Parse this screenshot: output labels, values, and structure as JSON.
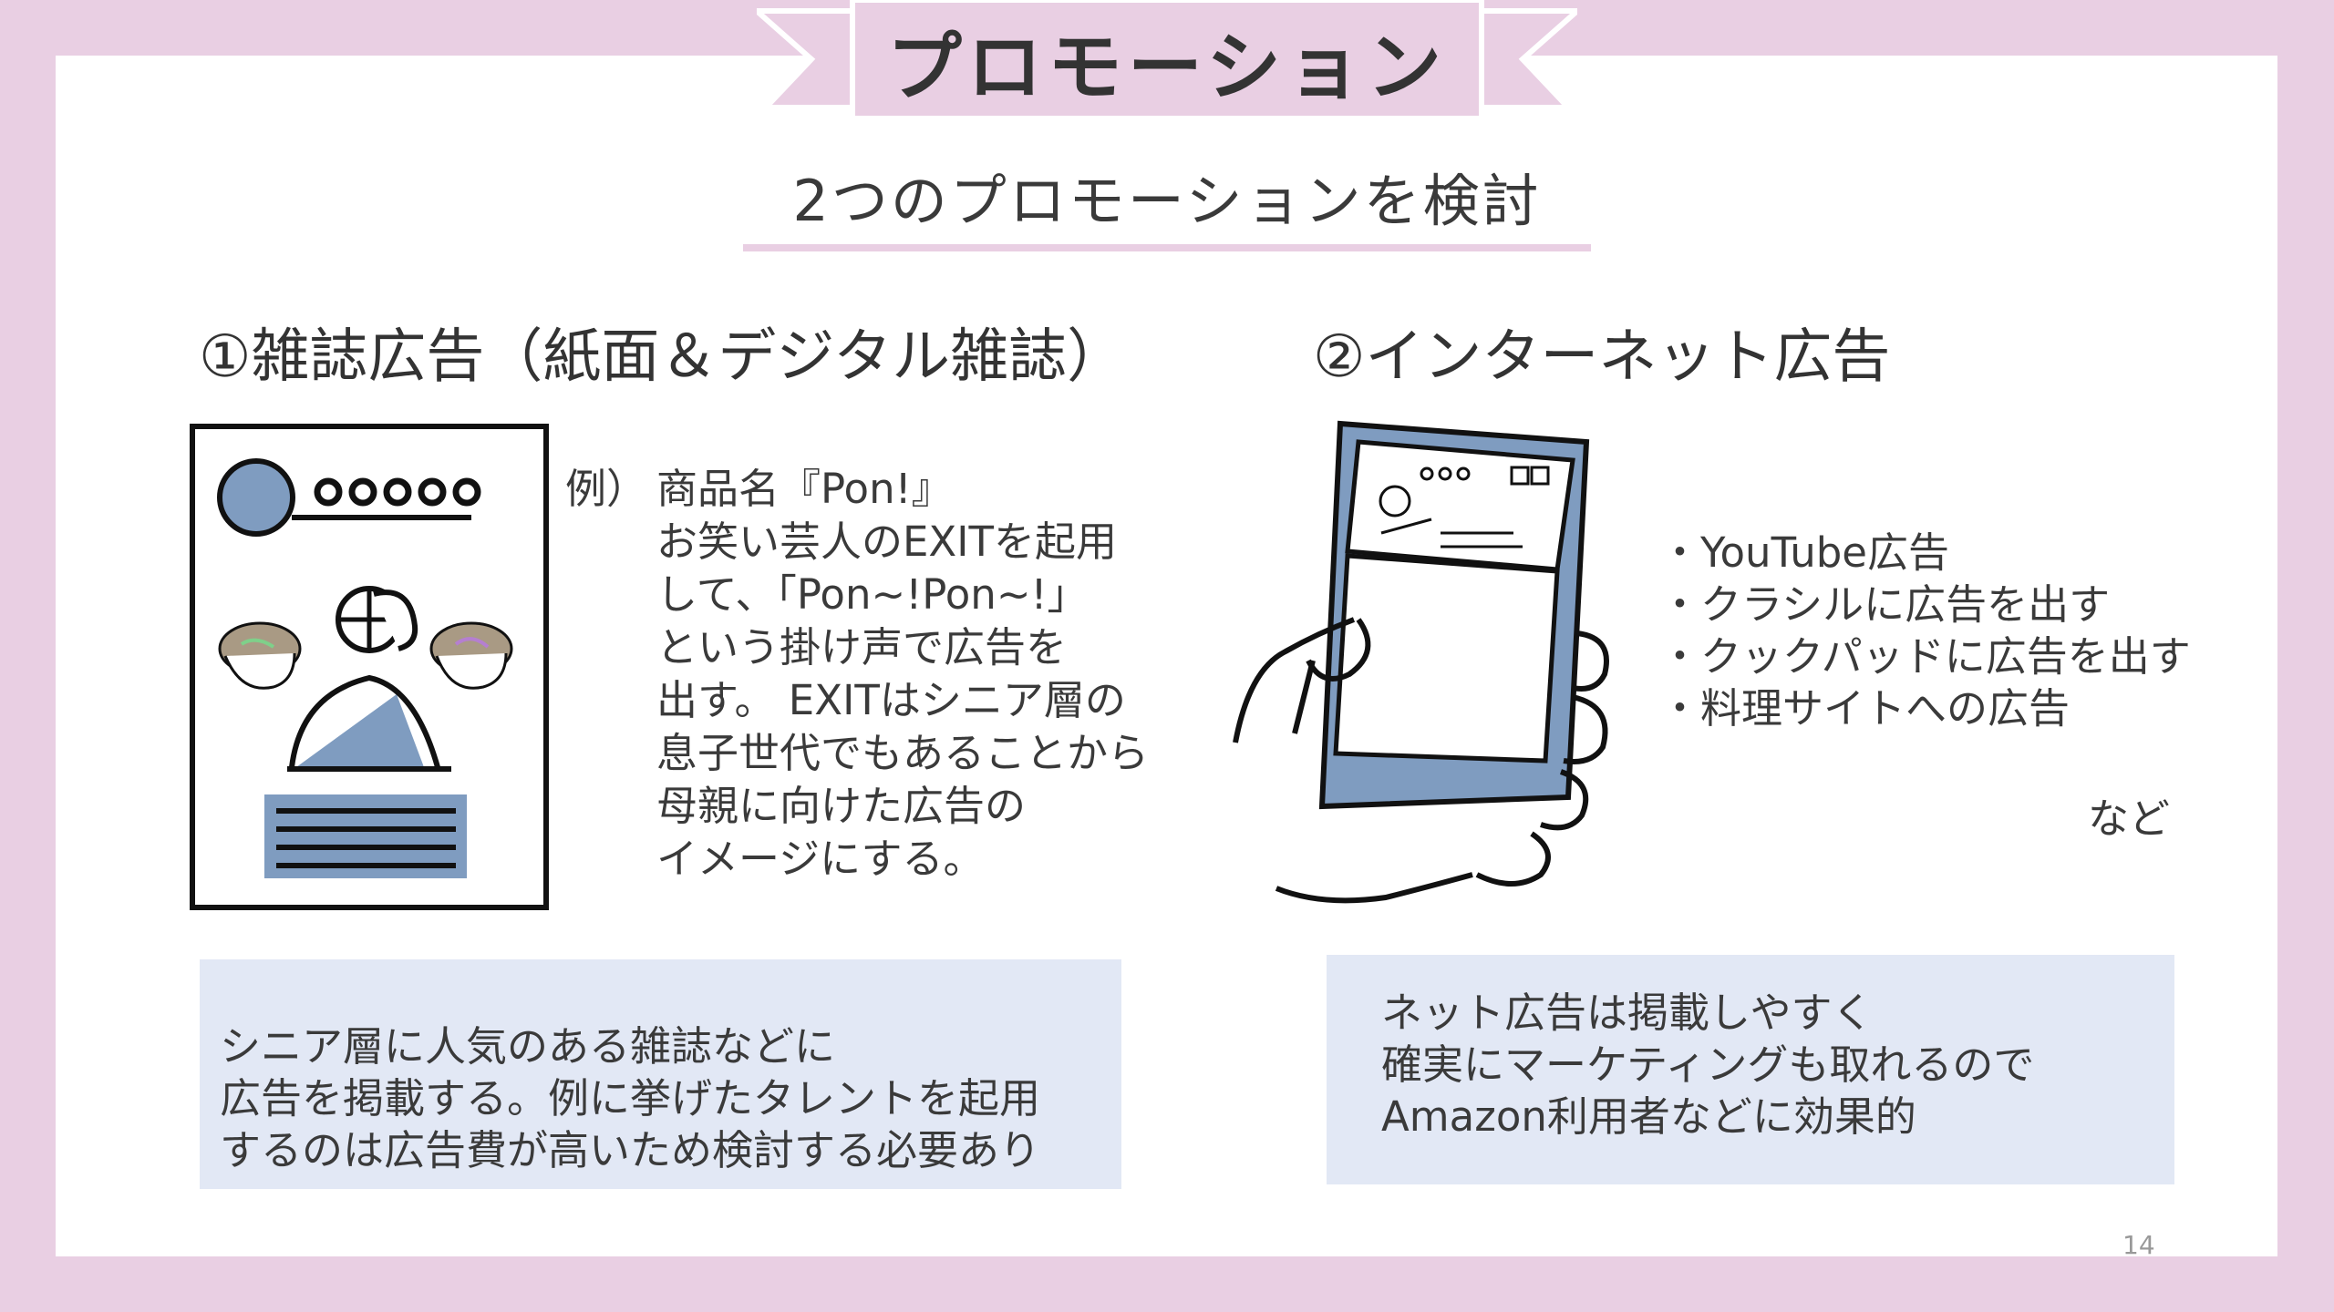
{
  "title": "プロモーション",
  "subtitle": "2つのプロモーションを検討",
  "section1": {
    "heading": "①雑誌広告（紙面＆デジタル雑誌）",
    "example_label": "例）",
    "example_lines": [
      "商品名『Pon!』",
      "お笑い芸人のEXITを起用",
      "して、「Pon~!Pon~!」",
      "という掛け声で広告を",
      "出す。 EXITはシニア層の",
      "息子世代でもあることから",
      "母親に向けた広告の",
      "イメージにする。"
    ],
    "note_lines": [
      "シニア層に人気のある雑誌などに",
      "広告を掲載する。例に挙げたタレントを起用",
      "するのは広告費が高いため検討する必要あり"
    ]
  },
  "section2": {
    "heading": "②インターネット広告",
    "bullets": [
      "・YouTube広告",
      "・クラシルに広告を出す",
      "・クックパッドに広告を出す",
      "・料理サイトへの広告"
    ],
    "etc": "など",
    "note_lines": [
      "ネット広告は掲載しやすく",
      "確実にマーケティングも取れるので",
      "Amazon利用者などに効果的"
    ]
  },
  "page_number": "14",
  "colors": {
    "frame": "#e9cfe3",
    "note_box": "#e2e8f5",
    "illustration_blue": "#7f9cc0"
  },
  "icons": [
    "magazine-ad-illustration",
    "smartphone-in-hand-illustration"
  ]
}
